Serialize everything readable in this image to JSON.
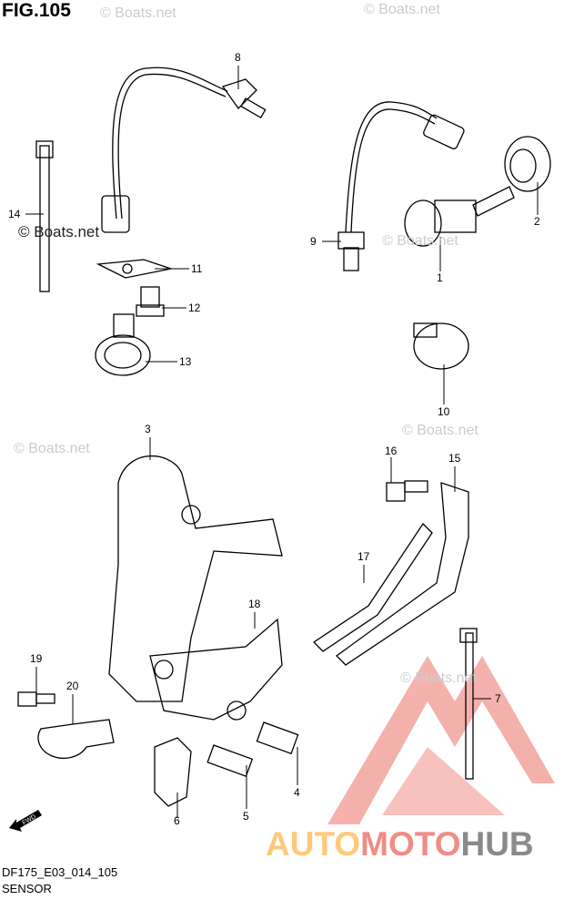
{
  "figure": {
    "title": "FIG.105",
    "code": "DF175_E03_014_105",
    "name": "SENSOR"
  },
  "callouts": [
    "1",
    "2",
    "3",
    "4",
    "5",
    "6",
    "7",
    "8",
    "9",
    "10",
    "11",
    "12",
    "13",
    "14",
    "15",
    "16",
    "17",
    "18",
    "19",
    "20"
  ],
  "watermark": "© Boats.net",
  "logo": {
    "part1": "AUTO",
    "part2": "MOTO",
    "part3": "HUB",
    "colors": {
      "auto": "#fdc97a",
      "moto": "#f08c86",
      "hub": "#8a8a8a"
    }
  },
  "fwd_label": "FWD"
}
